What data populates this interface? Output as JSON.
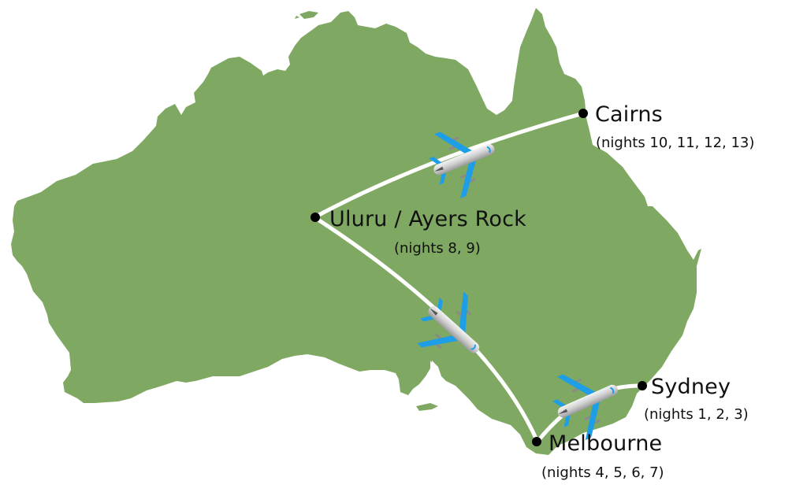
{
  "map": {
    "region": "Australia",
    "land_color": "#7fa862",
    "route_color": "#ffffff",
    "dot_color": "#000000",
    "plane_body_color": "#d8d8d8",
    "plane_wing_color": "#1f9ee8"
  },
  "cities": [
    {
      "name": "Sydney",
      "nights": "(nights 1, 2, 3)",
      "order": 1
    },
    {
      "name": "Melbourne",
      "nights": "(nights 4, 5, 6, 7)",
      "order": 2
    },
    {
      "name": "Uluru / Ayers Rock",
      "nights": "(nights 8, 9)",
      "order": 3
    },
    {
      "name": "Cairns",
      "nights": "(nights 10, 11, 12, 13)",
      "order": 4
    }
  ],
  "routes": [
    {
      "from": "Sydney",
      "to": "Melbourne",
      "icon": "airplane-icon"
    },
    {
      "from": "Melbourne",
      "to": "Uluru / Ayers Rock",
      "icon": "airplane-icon"
    },
    {
      "from": "Uluru / Ayers Rock",
      "to": "Cairns",
      "icon": "airplane-icon"
    }
  ]
}
